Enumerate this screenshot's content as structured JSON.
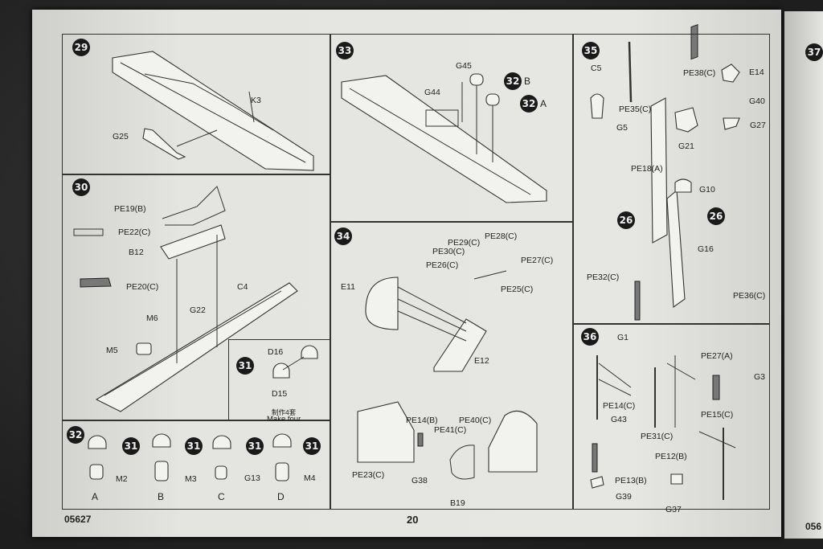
{
  "page_number": "20",
  "kit_code_left": "05627",
  "kit_code_right_partial": "056",
  "next_step_partial": "37",
  "steps": {
    "s29": {
      "num": "29",
      "labels": {
        "k3": "K3",
        "g25": "G25"
      }
    },
    "s30": {
      "num": "30",
      "labels": {
        "pe19": "PE19(B)",
        "pe22": "PE22(C)",
        "b12": "B12",
        "pe20": "PE20(C)",
        "c4": "C4",
        "g22": "G22",
        "m6": "M6",
        "m5": "M5"
      }
    },
    "s31": {
      "num": "31",
      "labels": {
        "d16": "D16",
        "d15": "D15"
      },
      "note_cn": "制作4套",
      "note_en": "Make four"
    },
    "s32": {
      "num": "32",
      "variants": [
        {
          "letter": "A",
          "part": "M2",
          "ref": "31"
        },
        {
          "letter": "B",
          "part": "M3",
          "ref": "31"
        },
        {
          "letter": "C",
          "part": "G13",
          "ref": "31"
        },
        {
          "letter": "D",
          "part": "M4",
          "ref": "31"
        }
      ]
    },
    "s33": {
      "num": "33",
      "labels": {
        "g45": "G45",
        "g44": "G44",
        "ref_b": "32",
        "ref_b_letter": "B",
        "ref_a": "32",
        "ref_a_letter": "A"
      }
    },
    "s34": {
      "num": "34",
      "labels": {
        "pe29": "PE29(C)",
        "pe28": "PE28(C)",
        "pe30": "PE30(C)",
        "pe26": "PE26(C)",
        "pe27": "PE27(C)",
        "pe25": "PE25(C)",
        "e11": "E11",
        "e12": "E12",
        "pe14b": "PE14(B)",
        "pe40": "PE40(C)",
        "pe41": "PE41(C)",
        "pe23": "PE23(C)",
        "g38": "G38",
        "b19": "B19"
      }
    },
    "s35": {
      "num": "35",
      "labels": {
        "c5": "C5",
        "pe35": "PE35(C)",
        "g5": "G5",
        "pe18": "PE18(A)",
        "pe38": "PE38(C)",
        "e14": "E14",
        "g40": "G40",
        "g27": "G27",
        "g21": "G21",
        "g10": "G10",
        "ref26a": "26",
        "ref26b": "26",
        "g16": "G16",
        "pe32": "PE32(C)",
        "pe36": "PE36(C)"
      }
    },
    "s36": {
      "num": "36",
      "labels": {
        "g1": "G1",
        "pe27a": "PE27(A)",
        "g3": "G3",
        "pe14c": "PE14(C)",
        "g43": "G43",
        "pe31": "PE31(C)",
        "pe15": "PE15(C)",
        "pe12": "PE12(B)",
        "pe13": "PE13(B)",
        "g39": "G39",
        "g37": "G37"
      }
    }
  }
}
